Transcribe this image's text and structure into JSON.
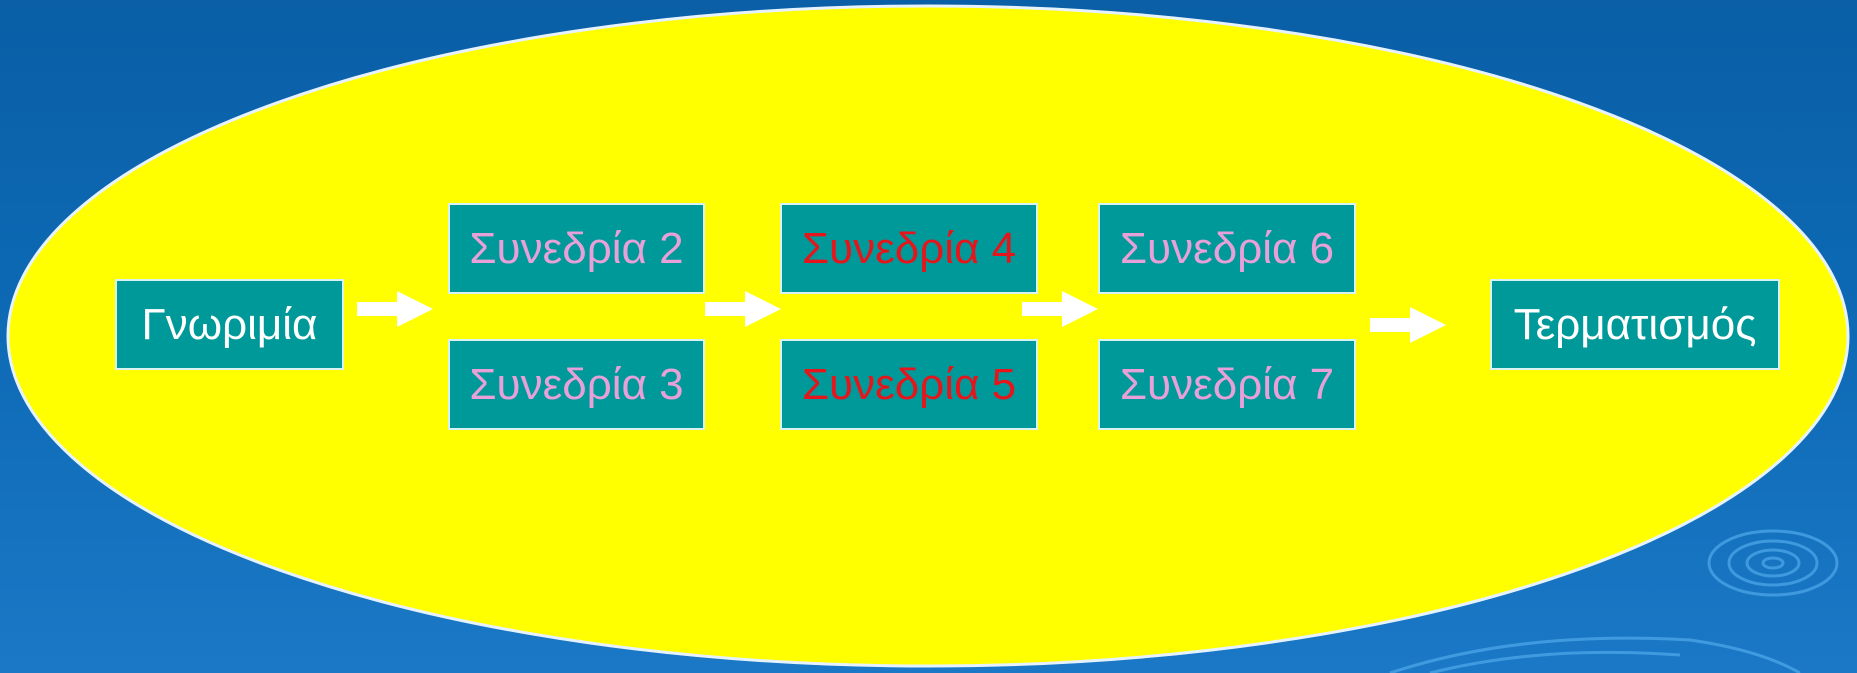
{
  "colors": {
    "background": "#0d69b4",
    "ellipse_fill": "#ffff00",
    "box_fill": "#009999",
    "box_border": "#d9f2f2",
    "text_white": "#ffffff",
    "text_pink": "#e8a0d8",
    "text_red": "#e4161b",
    "arrow": "#ffffff"
  },
  "nodes": {
    "intro": "Γνωριμία",
    "session2": "Συνεδρία 2",
    "session3": "Συνεδρία 3",
    "session4": "Συνεδρία 4",
    "session5": "Συνεδρία 5",
    "session6": "Συνεδρία 6",
    "session7": "Συνεδρία 7",
    "end": "Τερματισμός"
  },
  "icons": [
    "arrow-right-icon",
    "ripple-decoration-icon"
  ]
}
